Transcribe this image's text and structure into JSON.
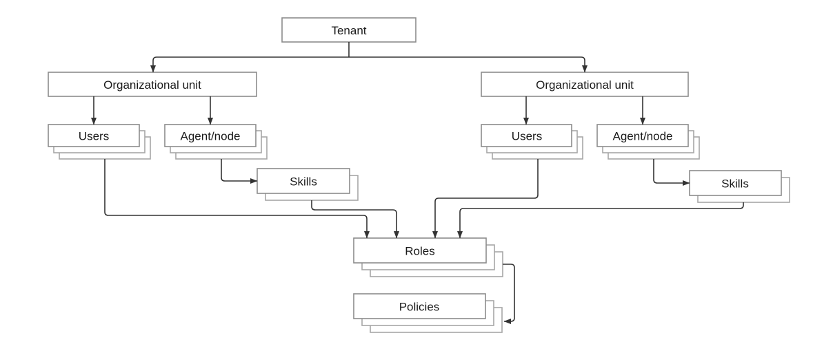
{
  "diagram": {
    "type": "hierarchy-flowchart",
    "nodes": {
      "tenant": {
        "label": "Tenant",
        "stack_count": 1
      },
      "ou_left": {
        "label": "Organizational unit",
        "stack_count": 1
      },
      "ou_right": {
        "label": "Organizational unit",
        "stack_count": 1
      },
      "users_left": {
        "label": "Users",
        "stack_count": 3
      },
      "agent_left": {
        "label": "Agent/node",
        "stack_count": 3
      },
      "users_right": {
        "label": "Users",
        "stack_count": 3
      },
      "agent_right": {
        "label": "Agent/node",
        "stack_count": 3
      },
      "skills_left": {
        "label": "Skills",
        "stack_count": 2
      },
      "skills_right": {
        "label": "Skills",
        "stack_count": 2
      },
      "roles": {
        "label": "Roles",
        "stack_count": 3
      },
      "policies": {
        "label": "Policies",
        "stack_count": 3
      }
    },
    "edges": [
      {
        "from": "tenant",
        "to": "ou_left"
      },
      {
        "from": "tenant",
        "to": "ou_right"
      },
      {
        "from": "ou_left",
        "to": "users_left"
      },
      {
        "from": "ou_left",
        "to": "agent_left"
      },
      {
        "from": "ou_right",
        "to": "users_right"
      },
      {
        "from": "ou_right",
        "to": "agent_right"
      },
      {
        "from": "agent_left",
        "to": "skills_left"
      },
      {
        "from": "agent_right",
        "to": "skills_right"
      },
      {
        "from": "users_left",
        "to": "roles"
      },
      {
        "from": "skills_left",
        "to": "roles"
      },
      {
        "from": "users_right",
        "to": "roles"
      },
      {
        "from": "skills_right",
        "to": "roles"
      },
      {
        "from": "roles",
        "to": "policies"
      }
    ],
    "colors": {
      "background": "#ffffff",
      "box_border": "#8c8c8c",
      "stack_border": "#a6a6a6",
      "connector": "#333333",
      "text": "#1a1a1a"
    }
  }
}
